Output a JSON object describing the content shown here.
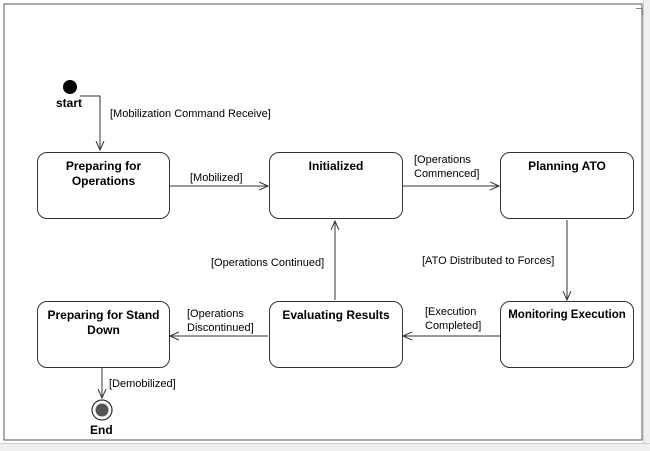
{
  "diagram": {
    "initial_label": "start",
    "final_label": "End",
    "states": [
      {
        "id": "preparing",
        "name": "Preparing for\nOperations"
      },
      {
        "id": "initialized",
        "name": "Initialized"
      },
      {
        "id": "planning",
        "name": "Planning ATO"
      },
      {
        "id": "evaluating",
        "name": "Evaluating Results"
      },
      {
        "id": "monitoring",
        "name": "Monitoring Execution"
      },
      {
        "id": "standdown",
        "name": "Preparing for Stand\nDown"
      }
    ],
    "transitions": [
      {
        "from": "start",
        "to": "preparing",
        "guard": "[Mobilization Command Receive]"
      },
      {
        "from": "preparing",
        "to": "initialized",
        "guard": "[Mobilized]"
      },
      {
        "from": "initialized",
        "to": "planning",
        "guard": "[Operations\nCommenced]"
      },
      {
        "from": "planning",
        "to": "monitoring",
        "guard": "[ATO Distributed to Forces]"
      },
      {
        "from": "monitoring",
        "to": "evaluating",
        "guard": "[Execution\nCompleted]"
      },
      {
        "from": "evaluating",
        "to": "initialized",
        "guard": "[Operations Continued]"
      },
      {
        "from": "evaluating",
        "to": "standdown",
        "guard": "[Operations\nDiscontinued]"
      },
      {
        "from": "standdown",
        "to": "end",
        "guard": "[Demobilized]"
      }
    ]
  }
}
